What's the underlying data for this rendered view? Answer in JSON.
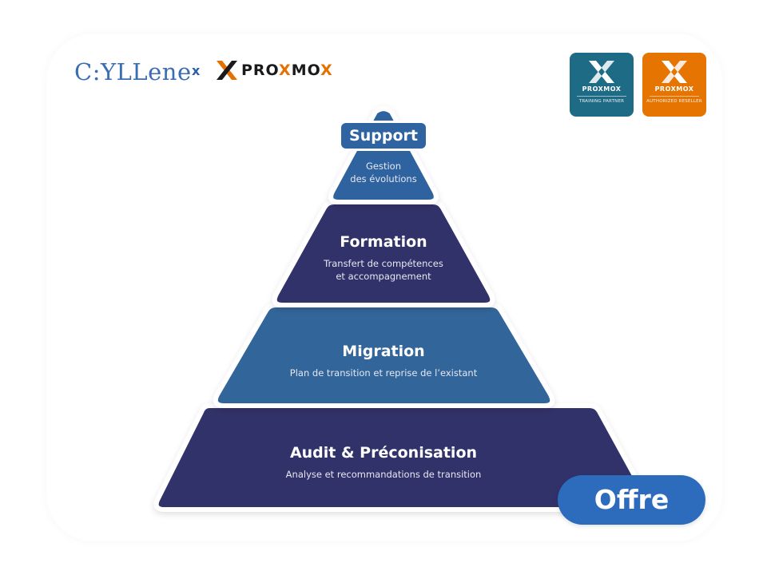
{
  "header": {
    "brand_left": "C:YLLene",
    "separator": "x",
    "brand_right": {
      "prefix": "PRO",
      "middle": "X",
      "suffix": "MO",
      "end": "X"
    }
  },
  "badges": [
    {
      "brand": "PROXMOX",
      "subtitle": "TRAINING PARTNER",
      "color": "#1e6b86",
      "icon": "proxmox-x-icon"
    },
    {
      "brand": "PROXMOX",
      "subtitle": "AUTHORIZED RESELLER",
      "color": "#e57400",
      "icon": "proxmox-x-icon"
    }
  ],
  "pyramid": {
    "tiers": [
      {
        "title": "Support",
        "description_lines": [
          "Gestion",
          "des évolutions"
        ],
        "color": "#2f64a0"
      },
      {
        "title": "Formation",
        "description_lines": [
          "Transfert de compétences",
          "et accompagnement"
        ],
        "color": "#33306a"
      },
      {
        "title": "Migration",
        "description_lines": [
          "Plan de transition et reprise de l’existant"
        ],
        "color": "#316599"
      },
      {
        "title": "Audit & Préconisation",
        "description_lines": [
          "Analyse et recommandations de transition"
        ],
        "color": "#33306a"
      }
    ]
  },
  "offre_button": {
    "label": "Offre",
    "color": "#2d6cbd"
  }
}
